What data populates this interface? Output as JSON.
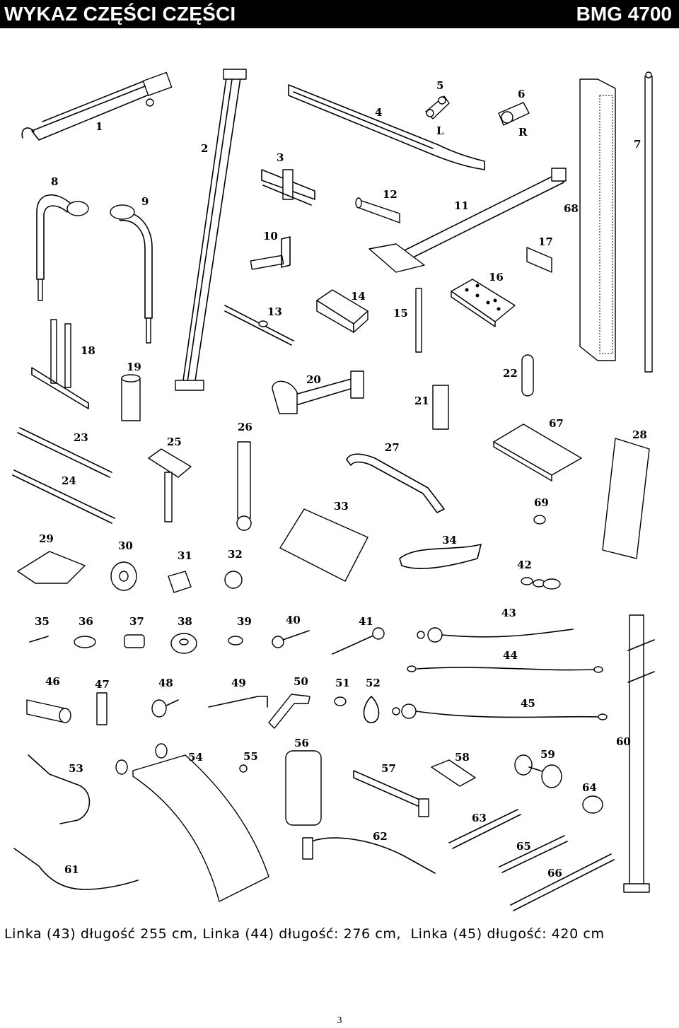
{
  "header": {
    "title": "WYKAZ CZĘŚCI CZĘŚCI",
    "model": "BMG 4700"
  },
  "parts": [
    "1",
    "2",
    "3",
    "4",
    "5",
    "6",
    "7",
    "8",
    "9",
    "10",
    "11",
    "12",
    "13",
    "14",
    "15",
    "16",
    "17",
    "18",
    "19",
    "20",
    "21",
    "22",
    "23",
    "24",
    "25",
    "26",
    "27",
    "28",
    "29",
    "30",
    "31",
    "32",
    "33",
    "34",
    "35",
    "36",
    "37",
    "38",
    "39",
    "40",
    "41",
    "42",
    "43",
    "44",
    "45",
    "46",
    "47",
    "48",
    "49",
    "50",
    "51",
    "52",
    "53",
    "54",
    "55",
    "56",
    "57",
    "58",
    "59",
    "60",
    "61",
    "62",
    "63",
    "64",
    "65",
    "66",
    "67",
    "68",
    "69"
  ],
  "side_labels": {
    "left": "L",
    "right": "R"
  },
  "caption": "Linka (43) długość 255 cm, Linka (44) długość: 276 cm,  Linka (45) długość: 420 cm",
  "page_number": "3"
}
